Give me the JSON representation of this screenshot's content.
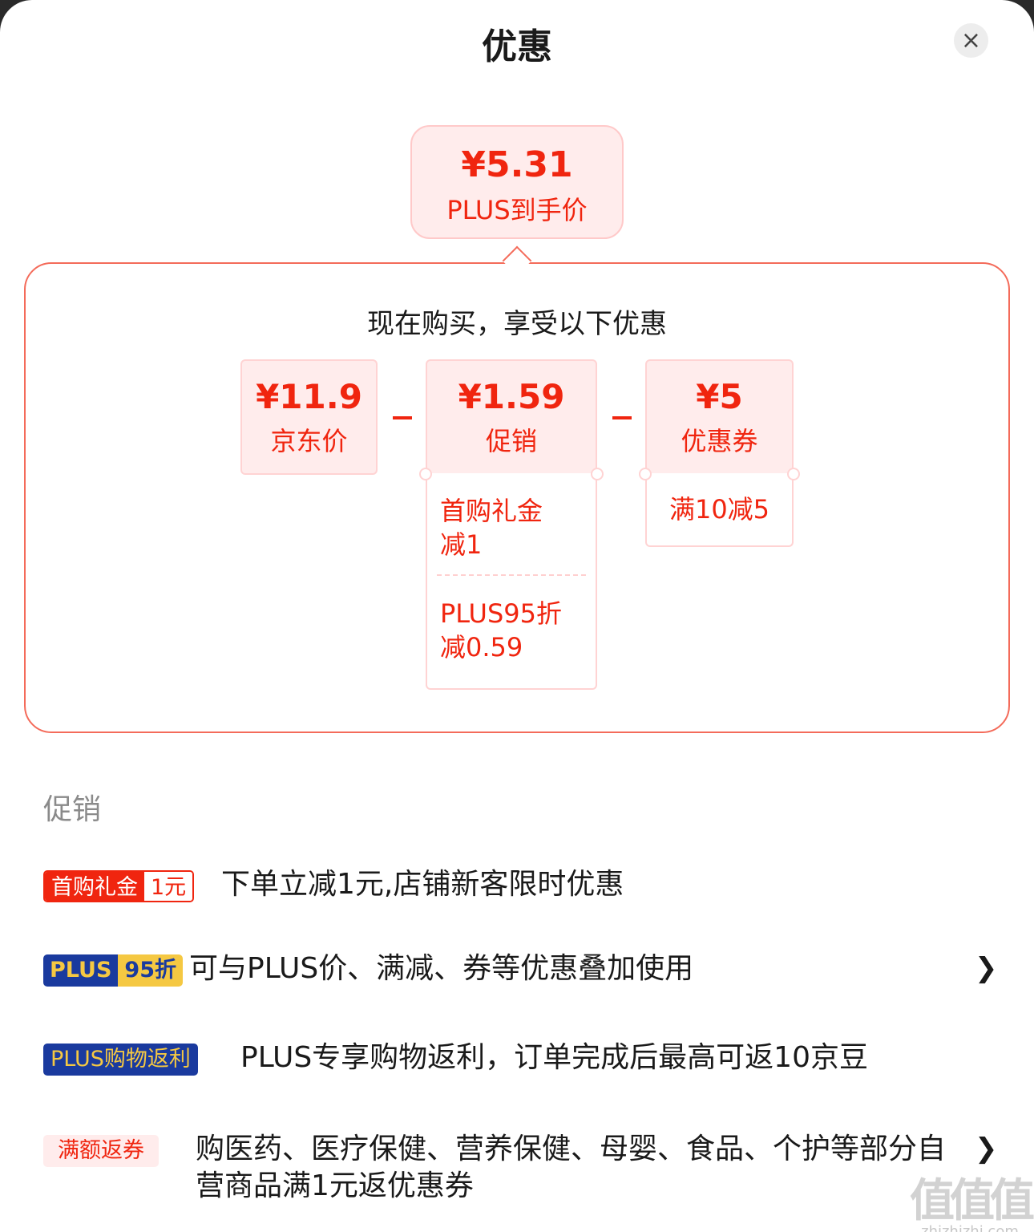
{
  "sheet": {
    "title": "优惠",
    "close_icon": "×"
  },
  "final_price": {
    "amount": "¥5.31",
    "label": "PLUS到手价"
  },
  "breakdown": {
    "heading": "现在购买，享受以下优惠",
    "minus_sign": "-",
    "cards": [
      {
        "amount": "¥11.9",
        "label": "京东价",
        "details": []
      },
      {
        "amount": "¥1.59",
        "label": "促销",
        "details": [
          [
            "首购礼金",
            "减1"
          ],
          [
            "PLUS95折",
            "减0.59"
          ]
        ]
      },
      {
        "amount": "¥5",
        "label": "优惠券",
        "details": [
          [
            "满10减5"
          ]
        ]
      }
    ]
  },
  "promotions": {
    "section_label": "促销",
    "items": [
      {
        "tag_main": "首购礼金",
        "tag_sub": "1元",
        "text": "下单立减1元,店铺新客限时优惠",
        "chevron": ""
      },
      {
        "tag_main": "PLUS",
        "tag_sub": "95折",
        "text": "可与PLUS价、满减、券等优惠叠加使用",
        "chevron": "❯"
      },
      {
        "tag_main": "PLUS购物返利",
        "tag_sub": "",
        "text": "PLUS专享购物返利，订单完成后最高可返10京豆",
        "chevron": ""
      },
      {
        "tag_main": "满额返券",
        "tag_sub": "",
        "text": "购医药、医疗保健、营养保健、母婴、食品、个护等部分自营商品满1元返优惠券",
        "chevron": "❯"
      }
    ]
  },
  "watermark": {
    "logo": "值值值",
    "url": "zhizhizhi.com"
  },
  "colors": {
    "accent": "#f0250f",
    "plus_blue": "#1a3a9e",
    "plus_gold": "#f5c842",
    "soft_red": "#ffecec"
  }
}
